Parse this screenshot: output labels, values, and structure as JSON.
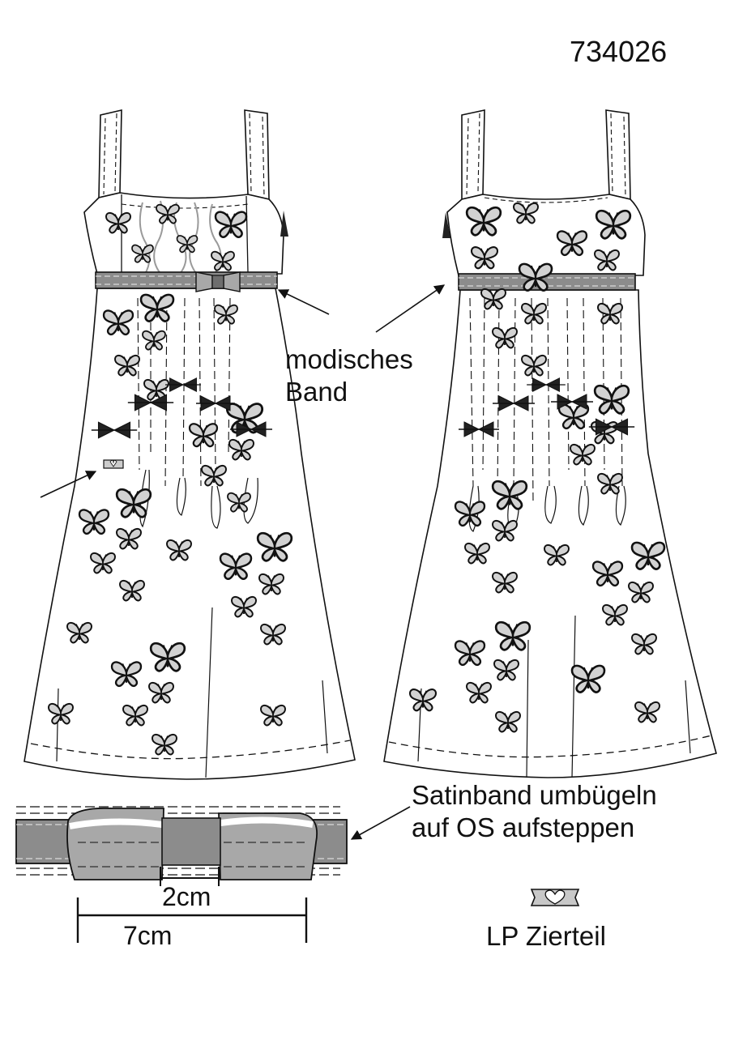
{
  "article_number": "734026",
  "labels": {
    "band_line1": "modisches",
    "band_line2": "Band",
    "satin_line1": "Satinband umbügeln",
    "satin_line2": "auf OS aufsteppen",
    "lp_zierteil": "LP Zierteil"
  },
  "dimensions": {
    "bow_center": "2cm",
    "bow_total": "7cm"
  },
  "colors": {
    "line": "#111111",
    "band_fill": "#8c8c8c",
    "bow_fill": "#a8a8a8",
    "butterfly_fill": "#d2d2d2",
    "paper": "#ffffff"
  },
  "icons": {
    "motif": "butterfly-icon",
    "ornament": "heart-ornament-icon"
  }
}
